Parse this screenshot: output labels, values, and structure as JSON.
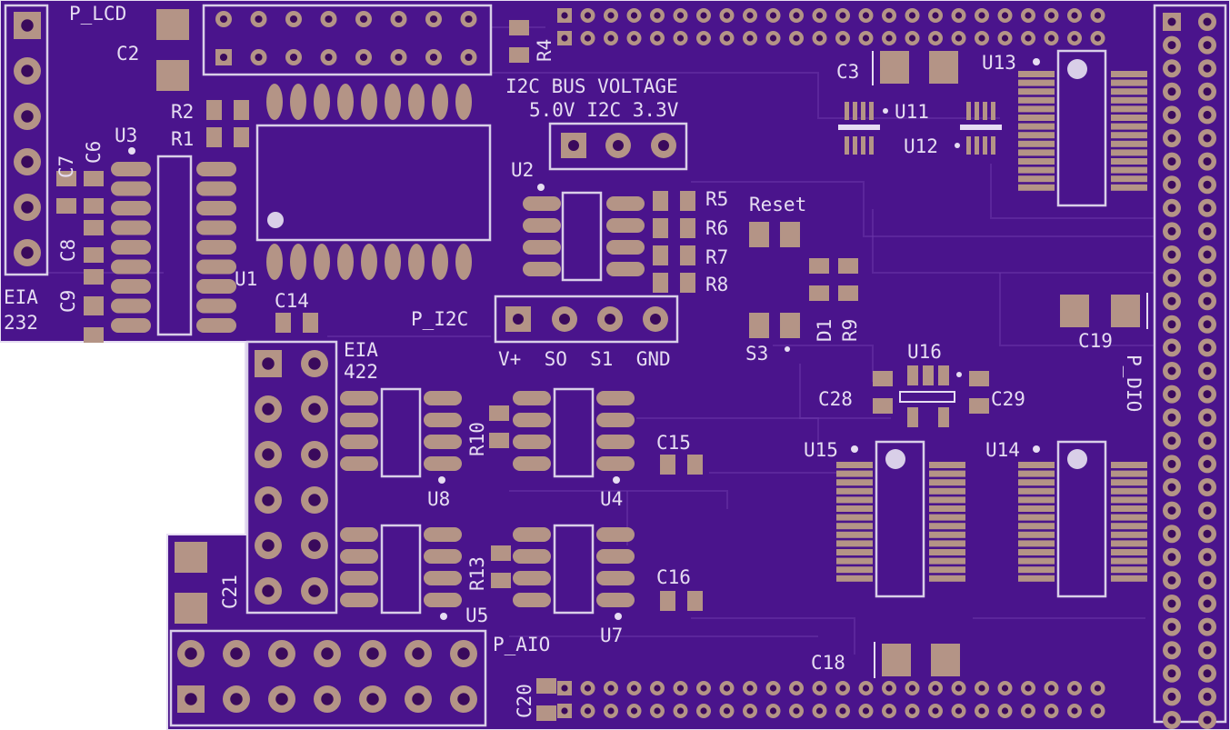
{
  "board": {
    "board_color": "#4a148c",
    "pad_color": "#b49486",
    "silk_color": "#e6ddf2"
  },
  "labels": {
    "p_lcd": "P_LCD",
    "c2": "C2",
    "r2": "R2",
    "r1": "R1",
    "c7": "C7",
    "c6": "C6",
    "u3": "U3",
    "c8": "C8",
    "c9": "C9",
    "eia232_a": "EIA",
    "eia232_b": "232",
    "u1": "U1",
    "c14": "C14",
    "r4": "R4",
    "i2c_bus_voltage": "I2C BUS VOLTAGE",
    "i2c_voltages": "5.0V I2C 3.3V",
    "u2": "U2",
    "r5": "R5",
    "r6": "R6",
    "r7": "R7",
    "r8": "R8",
    "p_i2c": "P_I2C",
    "pin_names": "V+  SO  S1  GND",
    "reset": "Reset",
    "s3": "S3",
    "d1": "D1",
    "r9": "R9",
    "c3": "C3",
    "u11": "U11",
    "u12": "U12",
    "u13": "U13",
    "c19": "C19",
    "p_dio": "P_DIO",
    "u16": "U16",
    "c28": "C28",
    "c29": "C29",
    "u15": "U15",
    "u14": "U14",
    "eia422_a": "EIA",
    "eia422_b": "422",
    "r10": "R10",
    "u8": "U8",
    "u4": "U4",
    "c15": "C15",
    "r13": "R13",
    "u5": "U5",
    "u7": "U7",
    "c16": "C16",
    "c21": "C21",
    "p_aio": "P_AIO",
    "c20": "C20",
    "c18": "C18"
  }
}
